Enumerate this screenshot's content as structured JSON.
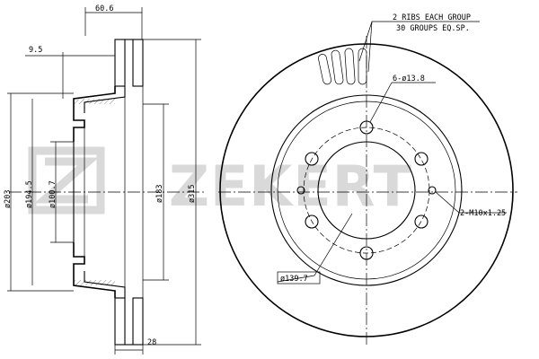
{
  "watermark": {
    "brand": "ZEKERT"
  },
  "side_view": {
    "dimensions": {
      "overall_width": "60.6",
      "hat_depth": "9.5",
      "disc_thickness": "28",
      "dia_203": "ø203",
      "dia_194_5": "ø194.5",
      "dia_100_7": "ø100.7",
      "dia_183": "ø183",
      "dia_315": "ø315"
    }
  },
  "front_view": {
    "notes": {
      "ribs_line1": "2 RIBS EACH GROUP",
      "ribs_line2": "30 GROUPS EQ.SP."
    },
    "dimensions": {
      "holes": "6-ø13.8",
      "threads": "2-M10x1.25",
      "pcd": "ø139.7"
    }
  }
}
